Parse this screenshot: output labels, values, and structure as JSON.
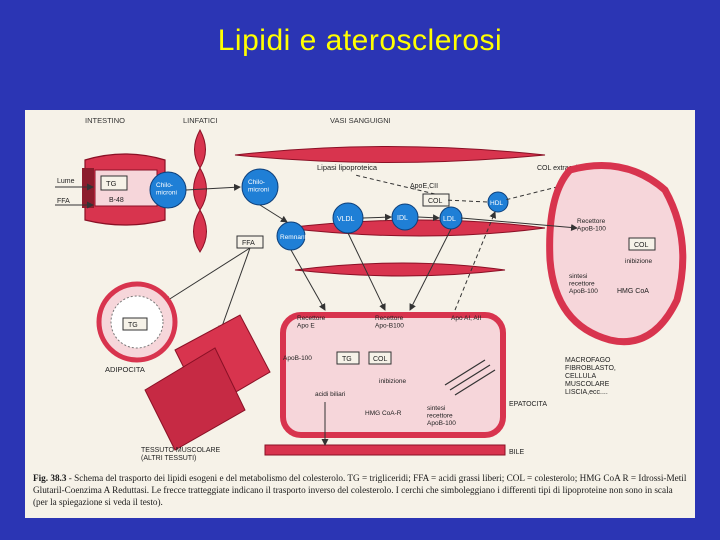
{
  "slide": {
    "title": "Lipidi e aterosclerosi"
  },
  "figure": {
    "headers": {
      "intestine": "INTESTINO",
      "lymphatics": "LINFATICI",
      "vessels": "VASI SANGUIGNI"
    },
    "intestine": {
      "lumen": "Lume",
      "ffa": "FFA",
      "tg": "TG",
      "apob48": "B-48"
    },
    "chylomicrons_1": "Chilo-\nmicroni",
    "chylomicrons_2": "Chilo-\nmicroni",
    "lipoprotein_lipase": "Lipasi lipoproteica",
    "apo_ecii": "ApoE,CII",
    "chol_top": "COL",
    "hdl": "HDL",
    "vldl": "VLDL",
    "idl": "IDL",
    "ldl": "LDL",
    "remnants": "Remnant",
    "ffa_vessel": "FFA",
    "chol_extracellular": "COL extracellulare",
    "macrophage": {
      "receptor": "Recettore\nApoB-100",
      "chol": "COL",
      "inhibition": "inibizione",
      "hmgcoa": "HMG CoA",
      "synthesis": "sintesi\nrecettore\nApoB-100",
      "cell_list": "MACROFAGO\nFIBROBLASTO,\nCELLULA\nMUSCOLARE\nLISCIA,ecc...."
    },
    "adipocyte": {
      "tg": "TG",
      "label": "ADIPOCITA"
    },
    "muscle": {
      "label": "TESSUTO MUSCOLARE\n(ALTRI TESSUTI)"
    },
    "hepatocyte": {
      "receptor_apoe": "Recettore\nApo E",
      "receptor_apob": "Recettore\nApo-B100",
      "apo_ai": "Apo AI, AII",
      "apob100": "ApoB-100",
      "tg": "TG",
      "chol": "COL",
      "inhibition": "inibizione",
      "bile_acids": "acidi biliari",
      "hmgcoa": "HMG CoA-R",
      "synthesis": "sintesi\nrecettore\nApoB-100",
      "label": "EPATOCITA"
    },
    "bile": "BILE",
    "caption": {
      "fig_no": "Fig. 38.3",
      "text": " - Schema del trasporto dei lipidi esogeni e del metabolismo del colesterolo. TG = trigliceridi; FFA = acidi grassi liberi; COL = colesterolo; HMG CoA R = Idrossi-Metil Glutaril-Coenzima A Reduttasi. Le frecce tratteggiate indicano il trasporto inverso del colesterolo. I cerchi che simboleggiano i differenti tipi di lipoproteine non sono in scala (per la spiegazione si veda il testo)."
    }
  }
}
